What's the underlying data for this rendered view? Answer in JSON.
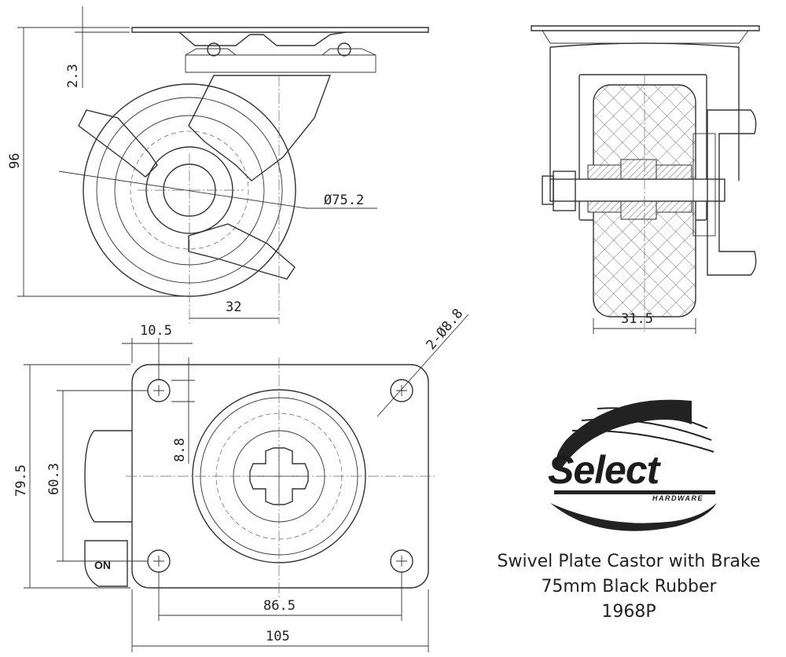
{
  "dimensions": {
    "plate_offset": "2.3",
    "overall_height": "96",
    "wheel_diameter": "Ø75.2",
    "swivel_offset": "32",
    "wheel_width": "31.5",
    "hole_edge_offset": "10.5",
    "hole_diameter": "2-Ø8.8",
    "hole_edge_offset_vertical": "8.8",
    "plate_length": "79.5",
    "hole_spacing_short": "60.3",
    "hole_spacing_long": "86.5",
    "plate_width": "105"
  },
  "brake_label": "ON",
  "brand": {
    "name": "Select",
    "sub": "HARDWARE"
  },
  "caption": {
    "line1": "Swivel Plate Castor with Brake",
    "line2": "75mm Black Rubber",
    "line3": "1968P"
  }
}
